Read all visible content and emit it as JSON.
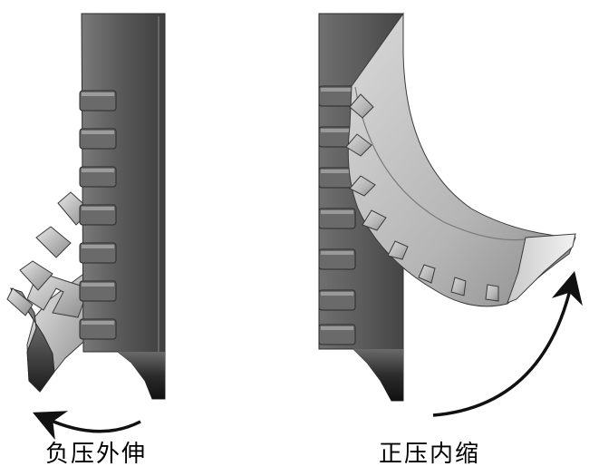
{
  "figure": {
    "left_panel": {
      "caption": "负压外伸",
      "arrow_direction": "counter-clockwise"
    },
    "right_panel": {
      "caption": "正压内缩",
      "arrow_direction": "clockwise"
    }
  },
  "colors": {
    "background": "#ffffff",
    "body_dark": "#5c5c5c",
    "body_edge": "#3a3a3a",
    "finger_light": "#b8b8b8",
    "finger_highlight": "#e6e6e6",
    "arrow": "#111111",
    "text": "#000000"
  }
}
